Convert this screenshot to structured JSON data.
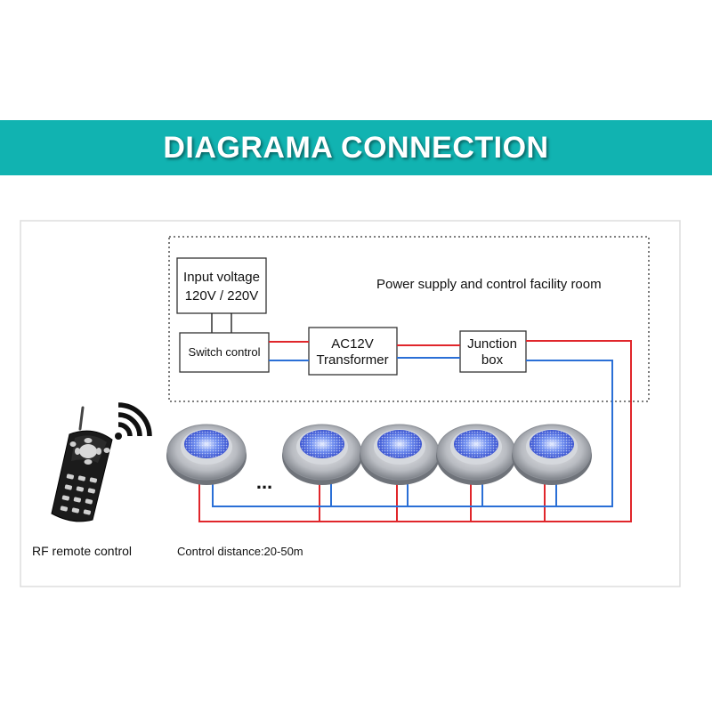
{
  "banner": {
    "title": "DIAGRAMA CONNECTION"
  },
  "room": {
    "label": "Power supply and control facility room"
  },
  "boxes": {
    "input_voltage": {
      "line1": "Input voltage",
      "line2": "120V / 220V"
    },
    "switch_control": {
      "label": "Switch control"
    },
    "transformer": {
      "line1": "AC12V",
      "line2": "Transformer"
    },
    "junction_box": {
      "line1": "Junction",
      "line2": "box"
    }
  },
  "ellipsis": "...",
  "captions": {
    "remote": "RF remote control",
    "distance": "Control distance:20-50m"
  },
  "colors": {
    "banner": "#11b3b1",
    "live_wire": "#e0262b",
    "neutral_wire": "#2a6fd6",
    "lamp_glow": "#3f63e8"
  }
}
